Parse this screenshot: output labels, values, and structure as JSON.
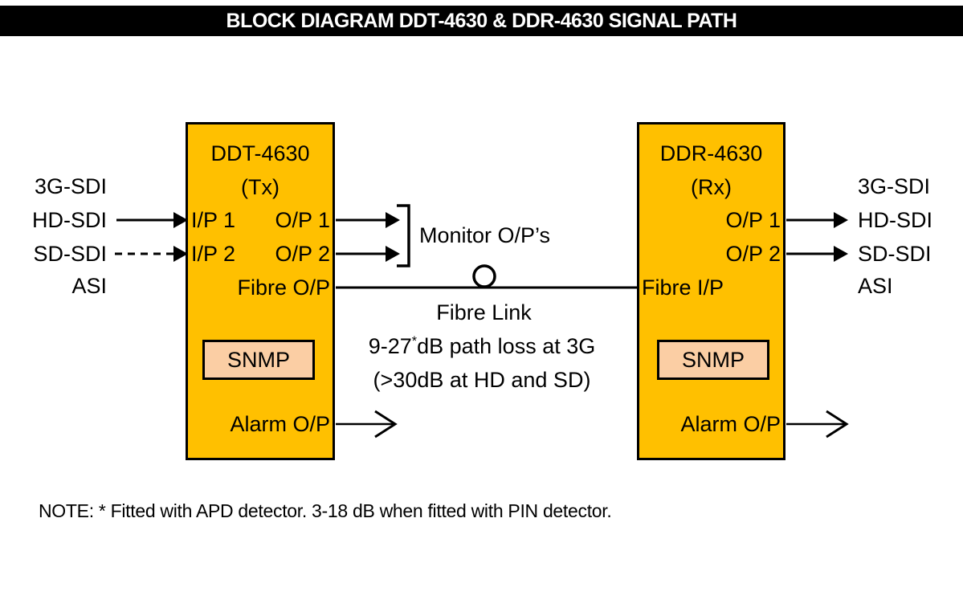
{
  "title": "BLOCK DIAGRAM DDT-4630 & DDR-4630 SIGNAL PATH",
  "colors": {
    "module_fill": "#FFC000",
    "snmp_fill": "#FBCEA4",
    "line": "#000000",
    "title_bg": "#000000",
    "title_text": "#FFFFFF"
  },
  "tx_module": {
    "name": "DDT-4630",
    "mode": "(Tx)",
    "input1": "I/P 1",
    "input2": "I/P 2",
    "output1": "O/P 1",
    "output2": "O/P 2",
    "fibre_port": "Fibre O/P",
    "snmp_label": "SNMP",
    "alarm_port": "Alarm O/P"
  },
  "rx_module": {
    "name": "DDR-4630",
    "mode": "(Rx)",
    "output1": "O/P 1",
    "output2": "O/P 2",
    "fibre_port": "Fibre I/P",
    "snmp_label": "SNMP",
    "alarm_port": "Alarm O/P"
  },
  "input_signals": [
    "3G-SDI",
    "HD-SDI",
    "SD-SDI",
    "ASI"
  ],
  "output_signals": [
    "3G-SDI",
    "HD-SDI",
    "SD-SDI",
    "ASI"
  ],
  "monitor_label": "Monitor O/P’s",
  "fibre_link": {
    "label": "Fibre Link",
    "loss_value": "9-27",
    "loss_footnote_marker": "*",
    "loss_rest": "dB path loss at 3G",
    "loss_line2": "(>30dB at HD and SD)"
  },
  "note": "NOTE: * Fitted with APD detector. 3-18 dB when fitted with PIN detector."
}
